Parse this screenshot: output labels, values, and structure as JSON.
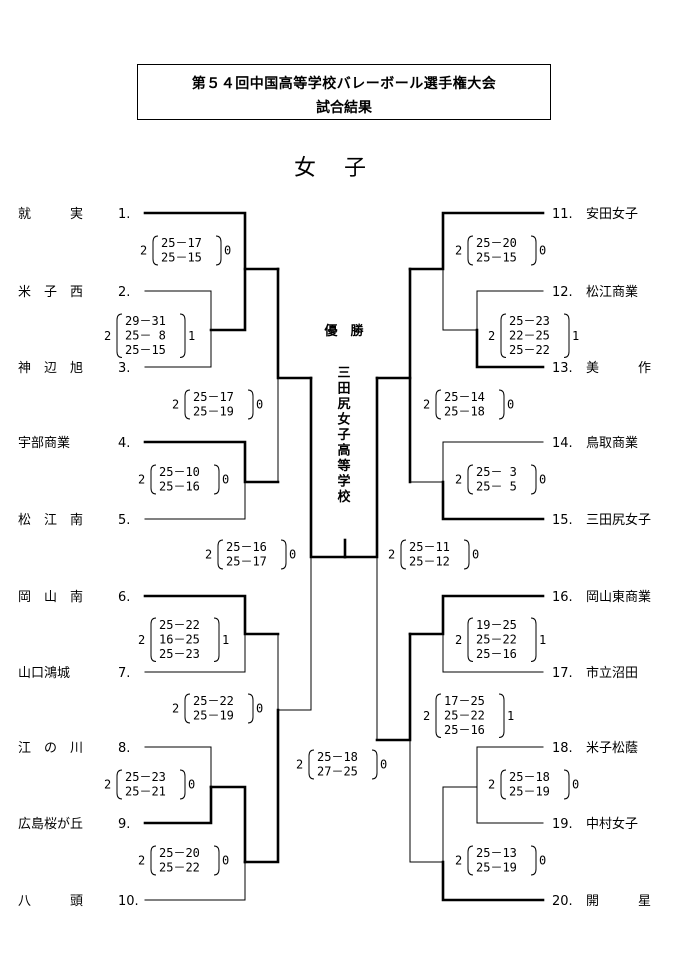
{
  "header": {
    "title_line1": "第５４回中国高等学校バレーボール選手権大会",
    "title_line2": "試合結果",
    "section": "女子"
  },
  "champion": {
    "label": "優　勝",
    "name": "三田尻女子高等学校"
  },
  "teams": [
    {
      "num": "1.",
      "name": "就　　　実"
    },
    {
      "num": "2.",
      "name": "米　子　西"
    },
    {
      "num": "3.",
      "name": "神　辺　旭"
    },
    {
      "num": "4.",
      "name": "宇部商業"
    },
    {
      "num": "5.",
      "name": "松　江　南"
    },
    {
      "num": "6.",
      "name": "岡　山　南"
    },
    {
      "num": "7.",
      "name": "山口鴻城"
    },
    {
      "num": "8.",
      "name": "江　の　川"
    },
    {
      "num": "9.",
      "name": "広島桜が丘"
    },
    {
      "num": "10.",
      "name": "八　　　頭"
    },
    {
      "num": "11.",
      "name": "安田女子"
    },
    {
      "num": "12.",
      "name": "松江商業"
    },
    {
      "num": "13.",
      "name": "美　　　作"
    },
    {
      "num": "14.",
      "name": "鳥取商業"
    },
    {
      "num": "15.",
      "name": "三田尻女子"
    },
    {
      "num": "16.",
      "name": "岡山東商業"
    },
    {
      "num": "17.",
      "name": "市立沼田"
    },
    {
      "num": "18.",
      "name": "米子松蔭"
    },
    {
      "num": "19.",
      "name": "中村女子"
    },
    {
      "num": "20.",
      "name": "開　　　星"
    }
  ],
  "matches": [
    {
      "left": "2",
      "sets": [
        "25－17",
        "25－15"
      ],
      "right": "0"
    },
    {
      "left": "2",
      "sets": [
        "29－31",
        "25－ 8",
        "25－15"
      ],
      "right": "1"
    },
    {
      "left": "2",
      "sets": [
        "25－17",
        "25－19"
      ],
      "right": "0"
    },
    {
      "left": "2",
      "sets": [
        "25－10",
        "25－16"
      ],
      "right": "0"
    },
    {
      "left": "2",
      "sets": [
        "25－16",
        "25－17"
      ],
      "right": "0"
    },
    {
      "left": "2",
      "sets": [
        "25－22",
        "16－25",
        "25－23"
      ],
      "right": "1"
    },
    {
      "left": "2",
      "sets": [
        "25－22",
        "25－19"
      ],
      "right": "0"
    },
    {
      "left": "2",
      "sets": [
        "25－23",
        "25－21"
      ],
      "right": "0"
    },
    {
      "left": "2",
      "sets": [
        "25－20",
        "25－22"
      ],
      "right": "0"
    },
    {
      "left": "2",
      "sets": [
        "25－18",
        "27－25"
      ],
      "right": "0"
    },
    {
      "left": "2",
      "sets": [
        "25－20",
        "25－15"
      ],
      "right": "0"
    },
    {
      "left": "2",
      "sets": [
        "25－23",
        "22－25",
        "25－22"
      ],
      "right": "1"
    },
    {
      "left": "2",
      "sets": [
        "25－14",
        "25－18"
      ],
      "right": "0"
    },
    {
      "left": "2",
      "sets": [
        "25－ 3",
        "25－ 5"
      ],
      "right": "0"
    },
    {
      "left": "2",
      "sets": [
        "25－11",
        "25－12"
      ],
      "right": "0"
    },
    {
      "left": "2",
      "sets": [
        "19－25",
        "25－22",
        "25－16"
      ],
      "right": "1"
    },
    {
      "left": "2",
      "sets": [
        "17－25",
        "25－22",
        "25－16"
      ],
      "right": "1"
    },
    {
      "left": "2",
      "sets": [
        "25－18",
        "25－19"
      ],
      "right": "0"
    },
    {
      "left": "2",
      "sets": [
        "25－13",
        "25－19"
      ],
      "right": "0"
    }
  ]
}
